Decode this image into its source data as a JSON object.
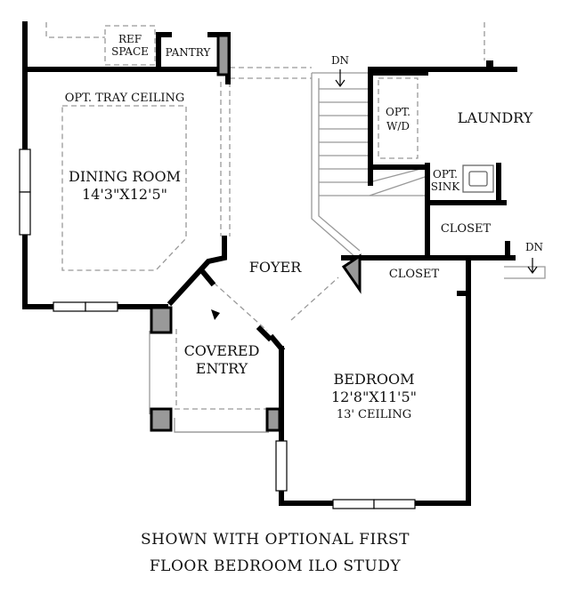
{
  "plan": {
    "rooms": {
      "ref_space": [
        "REF",
        "SPACE"
      ],
      "pantry": "PANTRY",
      "dining_tray": "OPT. TRAY CEILING",
      "dining_name": "DINING ROOM",
      "dining_dims": "14'3\"X12'5\"",
      "foyer": "FOYER",
      "covered_entry": [
        "COVERED",
        "ENTRY"
      ],
      "bedroom_name": "BEDROOM",
      "bedroom_dims": "12'8\"X11'5\"",
      "bedroom_ceiling": "13' CEILING",
      "closet_upper": "CLOSET",
      "closet_bedroom": "CLOSET",
      "laundry": "LAUNDRY",
      "opt_wd": [
        "OPT.",
        "W/D"
      ],
      "opt_sink": [
        "OPT.",
        "SINK"
      ],
      "stairs_dn": "DN",
      "right_dn": "DN"
    },
    "caption": [
      "SHOWN WITH OPTIONAL FIRST",
      "FLOOR BEDROOM ILO STUDY"
    ]
  }
}
